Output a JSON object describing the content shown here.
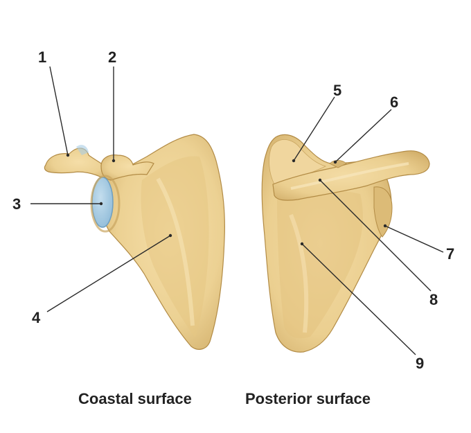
{
  "figure": {
    "labels": [
      "1",
      "2",
      "3",
      "4",
      "5",
      "6",
      "7",
      "8",
      "9"
    ],
    "captions": {
      "left": "Coastal surface",
      "right": "Posterior surface"
    }
  },
  "colors": {
    "bone": "#ecd193",
    "bone_shadow": "#c9a560",
    "bone_highlight": "#f8e7bd",
    "bone_outline": "#b28b45",
    "glenoid": "#a9cde4",
    "glenoid_edge": "#6e9fc0",
    "text": "#222222"
  }
}
